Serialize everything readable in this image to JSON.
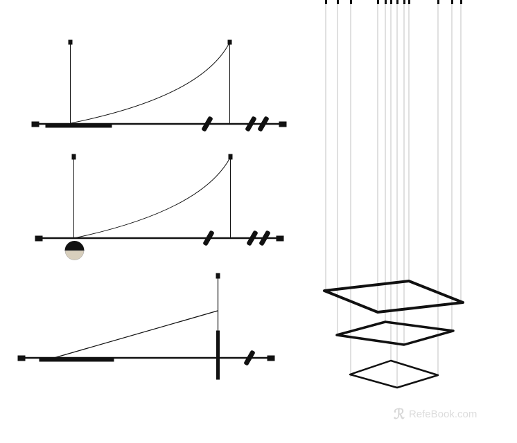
{
  "illustration": {
    "subject": "linear track pendant lamps and stacked square ring chandelier",
    "fixtures": [
      {
        "name": "track-pendant-with-linear-bar",
        "spotlights": 3
      },
      {
        "name": "track-pendant-with-globe",
        "spotlights": 3
      },
      {
        "name": "track-pendant-with-vertical-rod",
        "spotlights": 1
      },
      {
        "name": "stacked-square-rings",
        "rings": 3
      }
    ]
  },
  "watermark": {
    "logo": "ℛ",
    "text": "RefeBook.com"
  }
}
